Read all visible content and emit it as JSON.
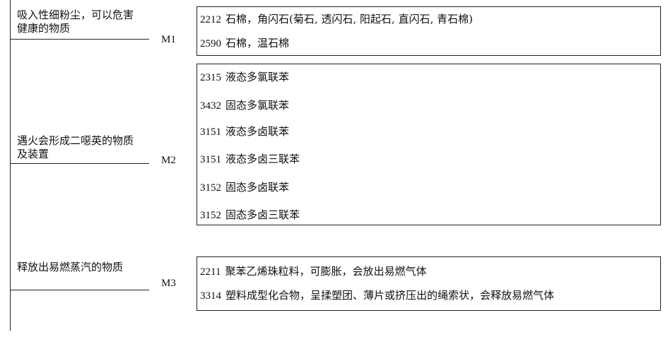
{
  "categories": [
    {
      "label": "吸入性细粉尘，可以危害健康的物质",
      "code": "M1",
      "items": [
        {
          "num": "2212",
          "text": "石棉，角闪石(菊石, 透闪石, 阳起石, 直闪石, 青石棉)"
        },
        {
          "num": "2590",
          "text": "石棉，温石棉"
        }
      ]
    },
    {
      "label": "遇火会形成二噁英的物质及装置",
      "code": "M2",
      "items": [
        {
          "num": "2315",
          "text": "液态多氯联苯"
        },
        {
          "num": "3432",
          "text": "固态多氯联苯"
        },
        {
          "num": "3151",
          "text": "液态多卤联苯"
        },
        {
          "num": "3151",
          "text": "液态多卤三联苯"
        },
        {
          "num": "3152",
          "text": "固态多卤联苯"
        },
        {
          "num": "3152",
          "text": "固态多卤三联苯"
        }
      ]
    },
    {
      "label": "释放出易燃蒸汽的物质",
      "code": "M3",
      "items": [
        {
          "num": "2211",
          "text": "聚苯乙烯珠粒料，可膨胀，会放出易燃气体"
        },
        {
          "num": "3314",
          "text": "塑料成型化合物，呈揉塑团、薄片或挤压出的绳索状，会释放易燃气体"
        }
      ]
    }
  ]
}
